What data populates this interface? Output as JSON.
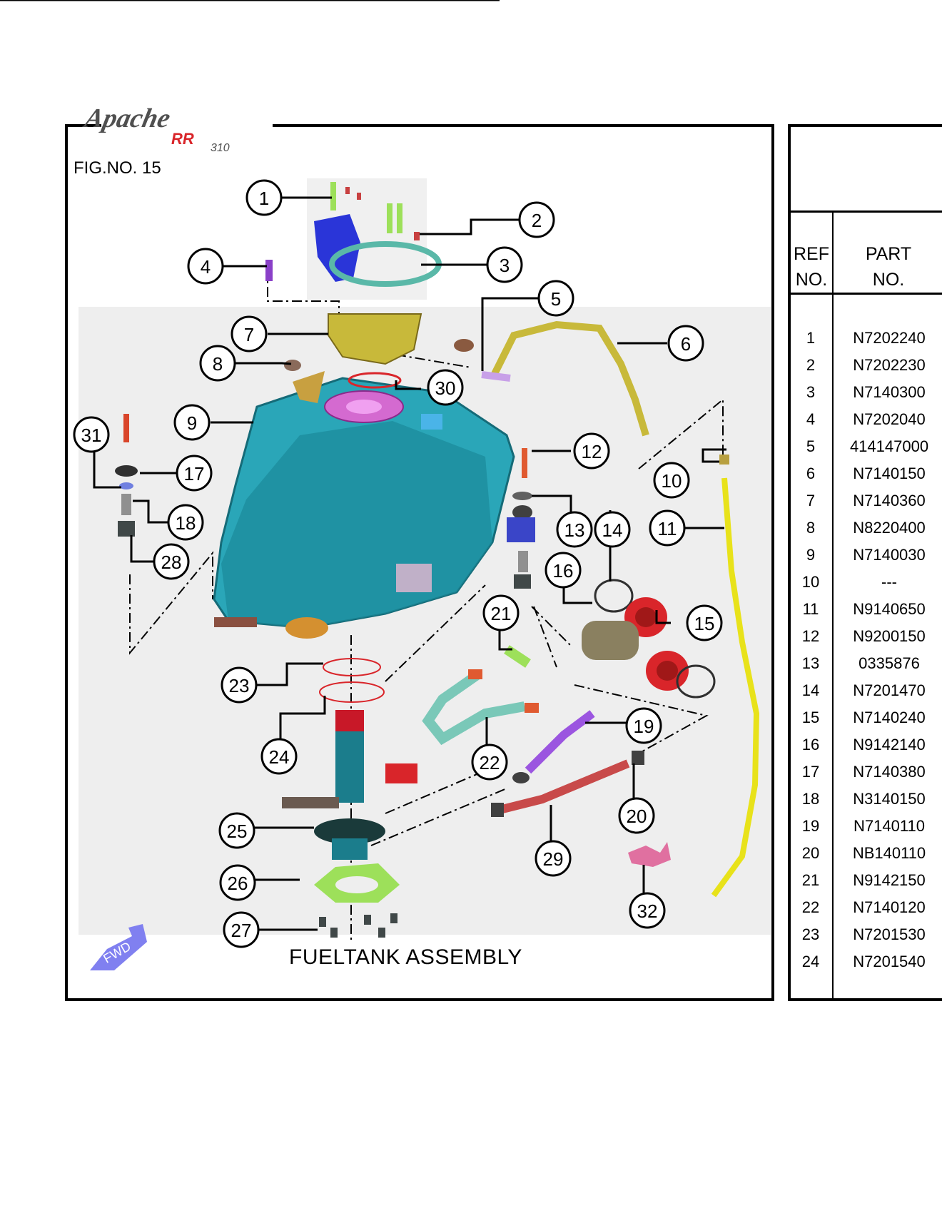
{
  "figure": {
    "fig_no": "FIG.NO. 15",
    "caption": "FUELTANK ASSEMBLY",
    "fwd_label": "FWD"
  },
  "logo": {
    "line1": "Apache",
    "line2": "RR",
    "line3": "310"
  },
  "table": {
    "header_ref_1": "REF",
    "header_ref_2": "NO.",
    "header_part_1": "PART",
    "header_part_2": "NO.",
    "rows": [
      {
        "ref": "1",
        "part": "N7202240"
      },
      {
        "ref": "2",
        "part": "N7202230"
      },
      {
        "ref": "3",
        "part": "N7140300"
      },
      {
        "ref": "4",
        "part": "N7202040"
      },
      {
        "ref": "5",
        "part": "414147000"
      },
      {
        "ref": "6",
        "part": "N7140150"
      },
      {
        "ref": "7",
        "part": "N7140360"
      },
      {
        "ref": "8",
        "part": "N8220400"
      },
      {
        "ref": "9",
        "part": "N7140030"
      },
      {
        "ref": "10",
        "part": "---"
      },
      {
        "ref": "11",
        "part": "N9140650"
      },
      {
        "ref": "12",
        "part": "N9200150"
      },
      {
        "ref": "13",
        "part": "0335876"
      },
      {
        "ref": "14",
        "part": "N7201470"
      },
      {
        "ref": "15",
        "part": "N7140240"
      },
      {
        "ref": "16",
        "part": "N9142140"
      },
      {
        "ref": "17",
        "part": "N7140380"
      },
      {
        "ref": "18",
        "part": "N3140150"
      },
      {
        "ref": "19",
        "part": "N7140110"
      },
      {
        "ref": "20",
        "part": "NB140110"
      },
      {
        "ref": "21",
        "part": "N9142150"
      },
      {
        "ref": "22",
        "part": "N7140120"
      },
      {
        "ref": "23",
        "part": "N7201530"
      },
      {
        "ref": "24",
        "part": "N7201540"
      }
    ]
  },
  "callouts": [
    "1",
    "2",
    "3",
    "4",
    "5",
    "6",
    "7",
    "8",
    "9",
    "10",
    "11",
    "12",
    "13",
    "14",
    "15",
    "16",
    "17",
    "18",
    "20",
    "21",
    "22",
    "23",
    "24",
    "25",
    "26",
    "27",
    "28",
    "29",
    "30",
    "31",
    "32",
    "19"
  ],
  "colors": {
    "tank": "#2aa6b8",
    "tank_dark": "#1b7d8c",
    "fuel_line_yellow": "#e8e21a",
    "olive": "#c8b93a",
    "pink": "#d46ad0",
    "red": "#d9252a",
    "purple_hose": "#9b55e0",
    "fwd_arrow": "#8080f0",
    "blue_pump": "#2a35d8",
    "lime": "#9de05a"
  }
}
